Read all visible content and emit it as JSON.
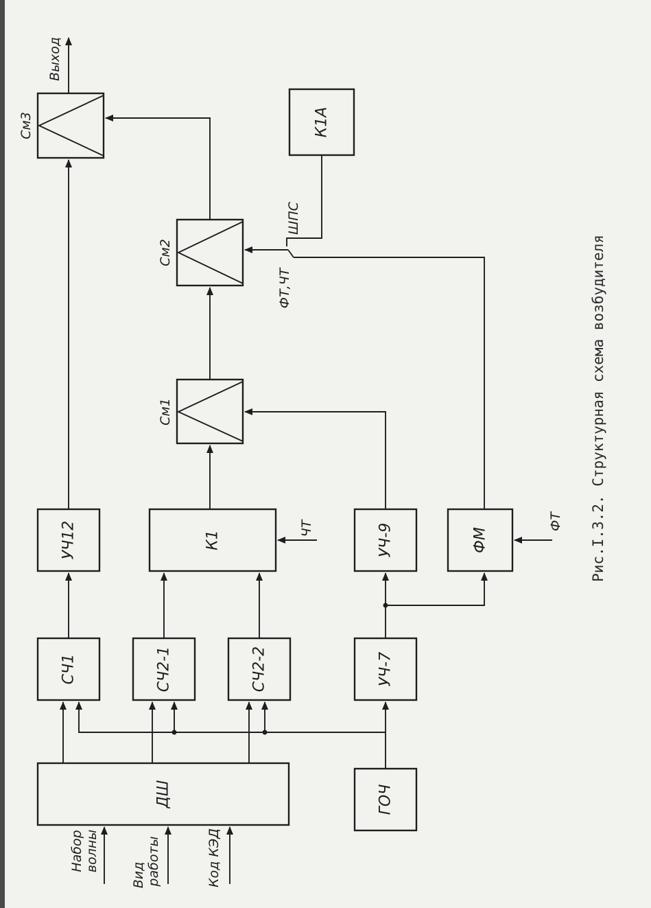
{
  "caption": "Рис.I.3.2. Структурная схема возбудителя",
  "blocks": {
    "dsh": "ДШ",
    "goch": "ГОЧ",
    "sch1": "СЧ1",
    "sch2_1": "СЧ2-1",
    "sch2_2": "СЧ2-2",
    "uch4_7": "УЧ-7",
    "uch12": "УЧ12",
    "k1": "К1",
    "uch4_9": "УЧ-9",
    "fm": "ФМ",
    "k1a": "К1А"
  },
  "mixers": {
    "sm1": "См1",
    "sm2": "См2",
    "sm3": "См3"
  },
  "signals": {
    "output": "Выход",
    "input_wave_1": "Набор",
    "input_wave_2": "волны",
    "input_mode_1": "Вид",
    "input_mode_2": "работы",
    "input_code": "Код КЭД",
    "k1_input": "ЧТ",
    "fm_input": "ФТ",
    "switch_left": "ФТ,ЧТ",
    "switch_right": "ШПС"
  }
}
